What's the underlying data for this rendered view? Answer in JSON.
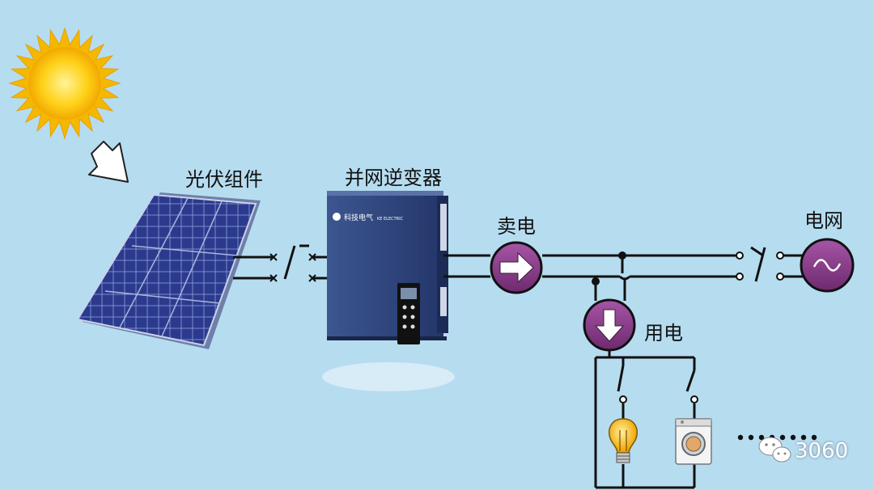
{
  "labels": {
    "pv_module": "光伏组件",
    "inverter": "并网逆变器",
    "sell": "卖电",
    "grid": "电网",
    "use": "用电"
  },
  "watermark": "3060",
  "inverter_brand": "科技电气",
  "inverter_brand_sub": "KE ELECTRIC",
  "icons": [
    "sun-icon",
    "sunlight-arrow-icon",
    "solar-panel-icon",
    "inverter-icon",
    "right-arrow-icon",
    "down-arrow-icon",
    "ac-wave-icon",
    "light-bulb-icon",
    "washing-machine-icon",
    "wechat-icon"
  ],
  "colors": {
    "background": "#b6dcf0",
    "meter_fill": "#8a3a8a",
    "inverter_body": "#2f4478",
    "panel_cell": "#2c3a8e",
    "sun": "#f6c400",
    "wire": "#111111"
  }
}
